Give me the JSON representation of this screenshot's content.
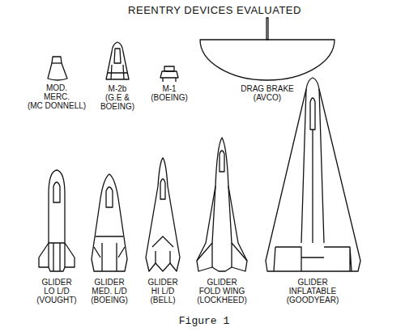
{
  "diagram": {
    "title": "REENTRY DEVICES EVALUATED",
    "caption": "Figure 1",
    "labels": [
      "MOD. MERC.",
      "(MC DONNELL)",
      "M-2b",
      "(G.E & BOEING)",
      "M-1",
      "(BOEING)",
      "DRAG BRAKE",
      "(AVCO)",
      "GLIDER LO L/D",
      "(VOUGHT)",
      "GLIDER MED. L/D",
      "(BOEING)",
      "GLIDER HI L/D",
      "(BELL)",
      "GLIDER FOLD WING",
      "(LOCKHEED)",
      "GLIDER INFLATABLE",
      "(GOODYEAR)"
    ]
  }
}
